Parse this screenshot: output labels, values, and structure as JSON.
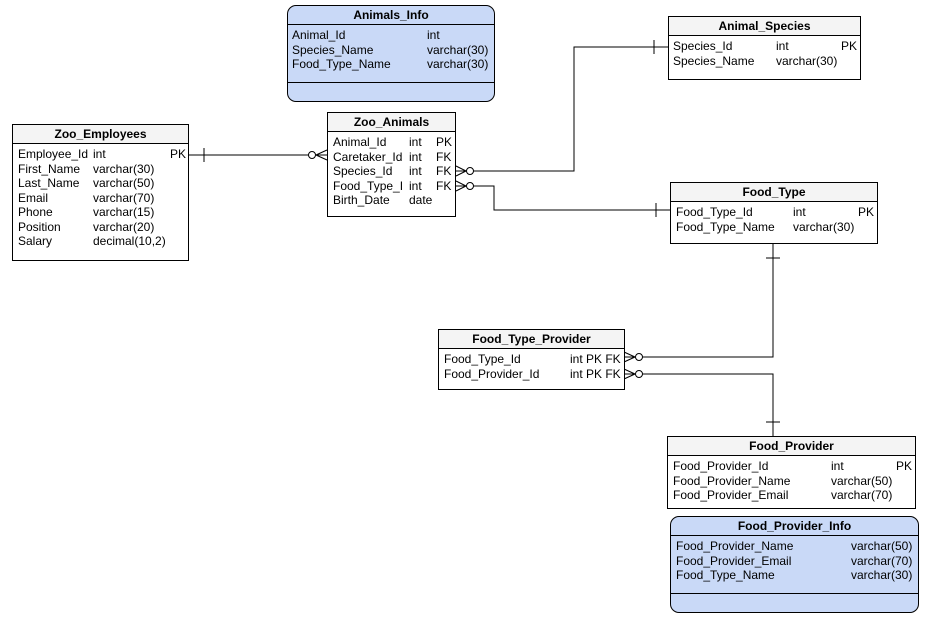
{
  "entities": {
    "animals_info": {
      "title": "Animals_Info",
      "columns": [
        {
          "name": "Animal_Id",
          "type": "int",
          "key": ""
        },
        {
          "name": "Species_Name",
          "type": "varchar(30)",
          "key": ""
        },
        {
          "name": "Food_Type_Name",
          "type": "varchar(30)",
          "key": ""
        }
      ]
    },
    "animal_species": {
      "title": "Animal_Species",
      "columns": [
        {
          "name": "Species_Id",
          "type": "int",
          "key": "PK"
        },
        {
          "name": "Species_Name",
          "type": "varchar(30)",
          "key": ""
        }
      ]
    },
    "zoo_employees": {
      "title": "Zoo_Employees",
      "columns": [
        {
          "name": "Employee_Id",
          "type": "int",
          "key": "PK"
        },
        {
          "name": "First_Name",
          "type": "varchar(30)",
          "key": ""
        },
        {
          "name": "Last_Name",
          "type": "varchar(50)",
          "key": ""
        },
        {
          "name": "Email",
          "type": "varchar(70)",
          "key": ""
        },
        {
          "name": "Phone",
          "type": "varchar(15)",
          "key": ""
        },
        {
          "name": "Position",
          "type": "varchar(20)",
          "key": ""
        },
        {
          "name": "Salary",
          "type": "decimal(10,2)",
          "key": ""
        }
      ]
    },
    "zoo_animals": {
      "title": "Zoo_Animals",
      "columns": [
        {
          "name": "Animal_Id",
          "type": "int",
          "key": "PK"
        },
        {
          "name": "Caretaker_Id",
          "type": "int",
          "key": "FK"
        },
        {
          "name": "Species_Id",
          "type": "int",
          "key": "FK"
        },
        {
          "name": "Food_Type_I",
          "type": "int",
          "key": "FK"
        },
        {
          "name": "Birth_Date",
          "type": "date",
          "key": ""
        }
      ]
    },
    "food_type": {
      "title": "Food_Type",
      "columns": [
        {
          "name": "Food_Type_Id",
          "type": "int",
          "key": "PK"
        },
        {
          "name": "Food_Type_Name",
          "type": "varchar(30)",
          "key": ""
        }
      ]
    },
    "food_type_provider": {
      "title": "Food_Type_Provider",
      "columns": [
        {
          "name": "Food_Type_Id",
          "type": "int PK FK",
          "key": ""
        },
        {
          "name": "Food_Provider_Id",
          "type": "int PK FK",
          "key": ""
        }
      ]
    },
    "food_provider": {
      "title": "Food_Provider",
      "columns": [
        {
          "name": "Food_Provider_Id",
          "type": "int",
          "key": "PK"
        },
        {
          "name": "Food_Provider_Name",
          "type": "varchar(50)",
          "key": ""
        },
        {
          "name": "Food_Provider_Email",
          "type": "varchar(70)",
          "key": ""
        }
      ]
    },
    "food_provider_info": {
      "title": "Food_Provider_Info",
      "columns": [
        {
          "name": "Food_Provider_Name",
          "type": "varchar(50)",
          "key": ""
        },
        {
          "name": "Food_Provider_Email",
          "type": "varchar(70)",
          "key": ""
        },
        {
          "name": "Food_Type_Name",
          "type": "varchar(30)",
          "key": ""
        }
      ]
    }
  },
  "colors": {
    "view_fill": "#c9d9f7",
    "line": "#000000"
  }
}
